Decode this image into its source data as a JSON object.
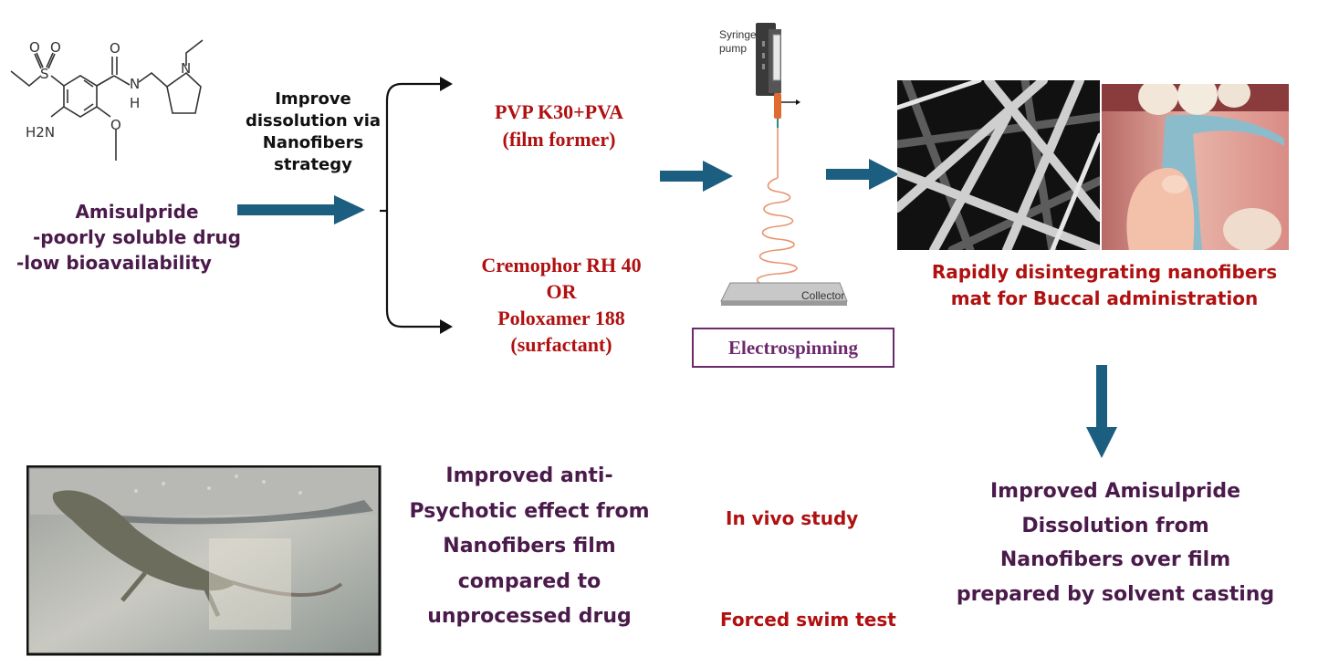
{
  "colors": {
    "arrow_blue": "#1b5e80",
    "text_purple": "#4a1a4a",
    "text_red": "#b01010",
    "box_border": "#6b2a6b"
  },
  "molecule": {
    "labels": {
      "sulfonyl_o1": "O",
      "sulfonyl_o2": "O",
      "sulfur": "S",
      "carbonyl_o": "O",
      "amide_n": "N",
      "amide_h": "H",
      "pyrrolidine_n": "N",
      "amine": "H2N",
      "methoxy_o": "O"
    }
  },
  "drug": {
    "name": "Amisulpride",
    "problems": [
      "-poorly soluble drug",
      "-low bioavailability"
    ]
  },
  "strategy": {
    "lines": [
      "Improve",
      "dissolution via",
      "Nanofibers",
      "strategy"
    ]
  },
  "film_former": {
    "lines": [
      "PVP K30+PVA",
      "(film former)"
    ]
  },
  "surfactant": {
    "lines": [
      "Cremophor RH 40",
      "OR",
      "Poloxamer 188",
      "(surfactant)"
    ]
  },
  "electrospinning": {
    "syringe_label": [
      "Syringe",
      "pump"
    ],
    "collector_label": "Collector",
    "box_label": "Electrospinning"
  },
  "nanofiber_mat": {
    "caption": [
      "Rapidly disintegrating nanofibers",
      "mat for Buccal administration"
    ]
  },
  "dissolution_result": {
    "lines": [
      "Improved Amisulpride",
      "Dissolution from",
      "Nanofibers over film",
      "prepared by solvent casting"
    ]
  },
  "in_vivo": {
    "study_label": "In vivo study",
    "test_label": "Forced swim test"
  },
  "antipsychotic_result": {
    "lines": [
      "Improved anti-",
      "Psychotic effect from",
      "Nanofibers film",
      "compared to",
      "unprocessed drug"
    ]
  }
}
